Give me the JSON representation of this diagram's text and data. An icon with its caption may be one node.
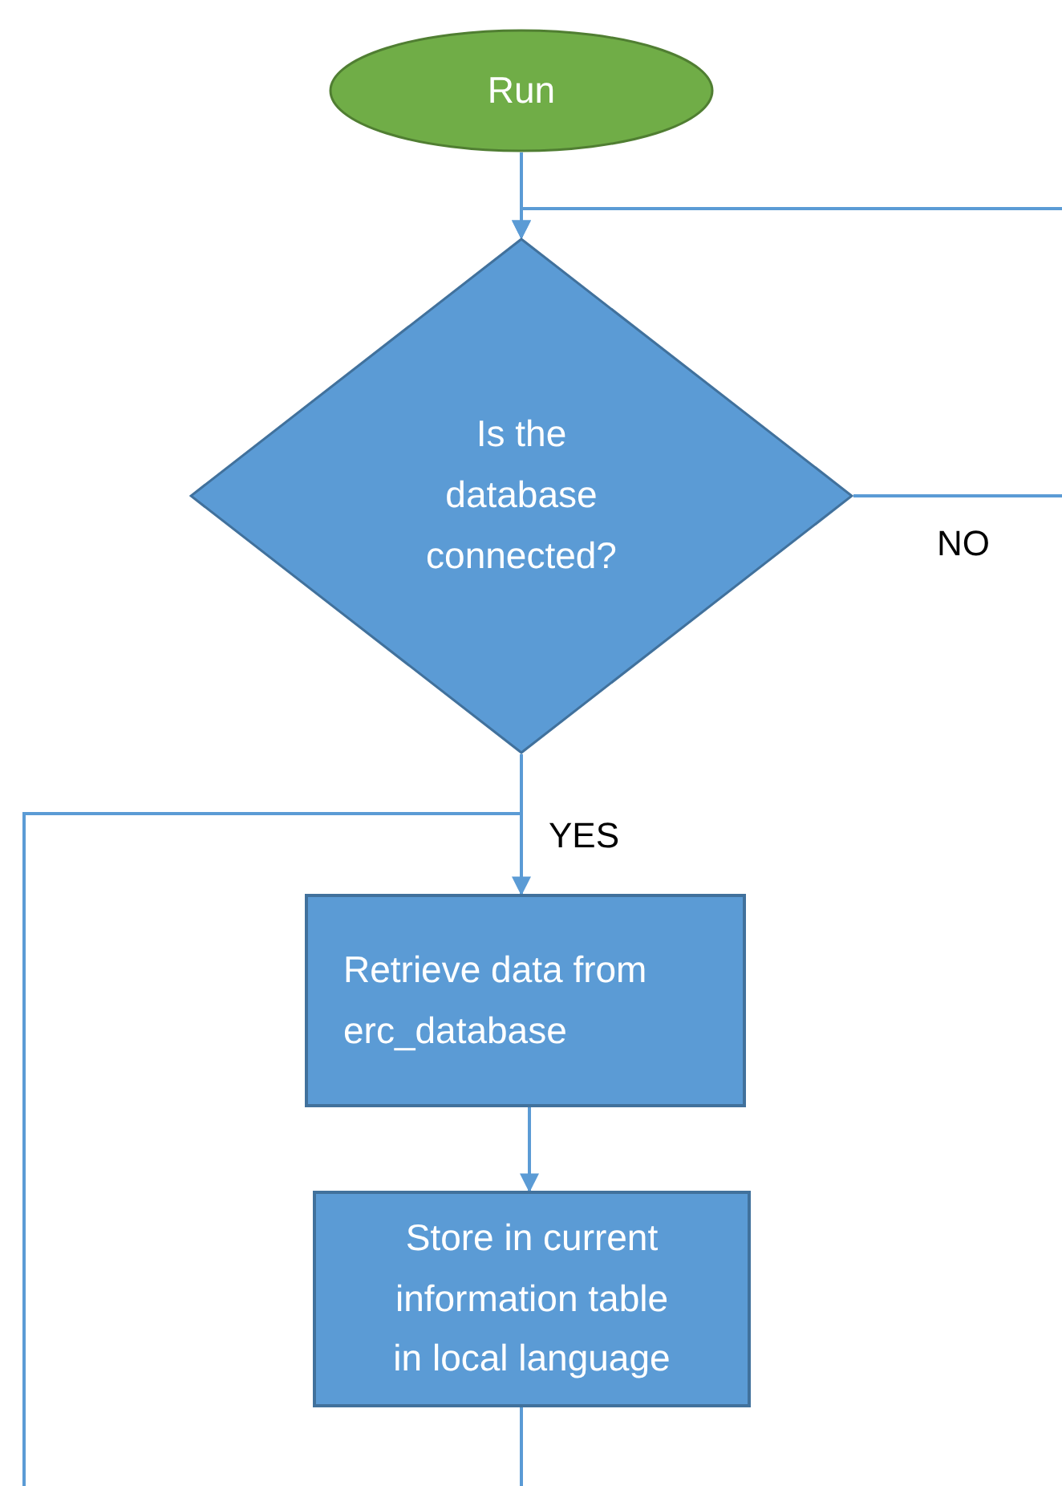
{
  "diagram": {
    "nodes": [
      {
        "text": [
          "Run"
        ]
      },
      {
        "text": [
          "Is the database connected?"
        ]
      },
      {
        "text": [
          "Retrieve data from erc_database"
        ]
      },
      {
        "text": [
          "Store in current information table in local language"
        ]
      }
    ],
    "edges": [
      {
        "from": 0,
        "to": 1,
        "arrow": "to"
      },
      {
        "from": 1,
        "to": null,
        "arrow": "none",
        "label": "NO"
      },
      {
        "from": null,
        "to": 1,
        "arrow": "to"
      },
      {
        "from": 1,
        "to": 2,
        "arrow": "to",
        "label": "YES"
      },
      {
        "from": null,
        "to": 2,
        "arrow": "none"
      },
      {
        "from": 2,
        "to": 3,
        "arrow": "to"
      },
      {
        "from": 3,
        "to": null,
        "arrow": "none"
      }
    ]
  }
}
